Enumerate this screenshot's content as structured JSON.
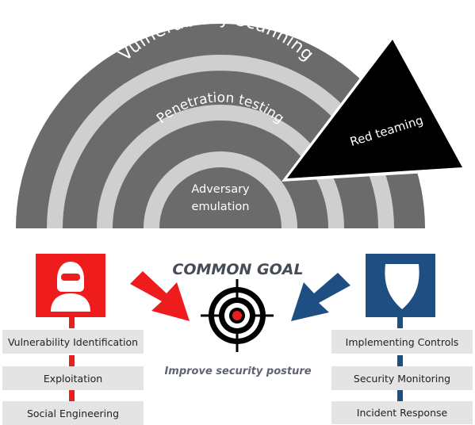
{
  "arcs": {
    "outer_label": "Vulnerability scanning",
    "middle_label": "Penetration testing",
    "inner_line1": "Adversary",
    "inner_line2": "emulation",
    "triangle_label": "Red teaming"
  },
  "center": {
    "goal_title": "COMMON GOAL",
    "goal_subtitle": "Improve security posture"
  },
  "red_team": {
    "icon": "hooded-hacker-icon",
    "items": [
      "Vulnerability Identification",
      "Exploitation",
      "Social Engineering"
    ]
  },
  "blue_team": {
    "icon": "shield-icon",
    "items": [
      "Implementing Controls",
      "Security Monitoring",
      "Incident Response"
    ]
  },
  "colors": {
    "dark_gray": "#6b6b6b",
    "light_gray": "#cfcfcf",
    "red": "#ee1c1c",
    "blue": "#1f4f82",
    "black": "#000000",
    "box_gray": "#e4e4e4",
    "text_dark": "#454b57"
  }
}
